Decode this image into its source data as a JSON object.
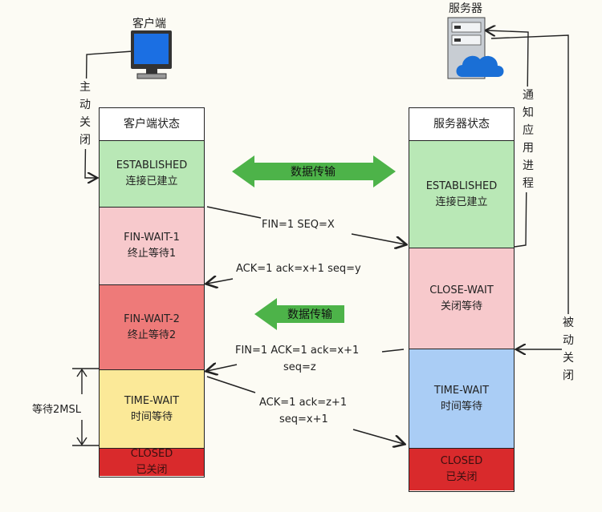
{
  "client": {
    "device_label": "客户端",
    "column_header": "客户端状态",
    "active_close_label": "主动关闭",
    "states": [
      {
        "name": "ESTABLISHED",
        "desc": "连接已建立"
      },
      {
        "name": "FIN-WAIT-1",
        "desc": "终止等待1"
      },
      {
        "name": "FIN-WAIT-2",
        "desc": "终止等待2"
      },
      {
        "name": "TIME-WAIT",
        "desc": "时间等待"
      },
      {
        "name": "CLOSED",
        "desc": "已关闭"
      }
    ],
    "wait_label": "等待2MSL"
  },
  "server": {
    "device_label": "服务器",
    "column_header": "服务器状态",
    "notify_label": "通知应用进程",
    "passive_close_label": "被动关闭",
    "states": [
      {
        "name": "ESTABLISHED",
        "desc": "连接已建立"
      },
      {
        "name": "CLOSE-WAIT",
        "desc": "关闭等待"
      },
      {
        "name": "TIME-WAIT",
        "desc": "时间等待"
      },
      {
        "name": "CLOSED",
        "desc": "已关闭"
      }
    ]
  },
  "transfer": {
    "both_way": "数据传输",
    "one_way": "数据传输"
  },
  "messages": {
    "fin1": "FIN=1 SEQ=X",
    "ack1": "ACK=1 ack=x+1 seq=y",
    "fin2_line1": "FIN=1 ACK=1 ack=x+1",
    "fin2_line2": "seq=z",
    "ack2_line1": "ACK=1 ack=z+1",
    "ack2_line2": "seq=x+1"
  },
  "colors": {
    "green": "#b9e8b6",
    "pink": "#f7c9cc",
    "red": "#ee7a79",
    "yellow": "#fbe998",
    "blue": "#aacdf5",
    "dark_red": "#d92a2c",
    "arrow_green": "#4db349"
  }
}
